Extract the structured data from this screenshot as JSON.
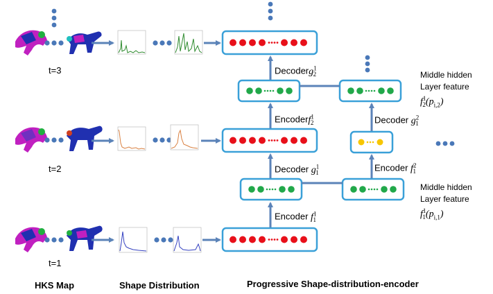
{
  "colors": {
    "box_border": "#3aa0d8",
    "arrow": "#5b83b8",
    "dot_red": "#e8101a",
    "dot_green": "#21a84a",
    "dot_yellow": "#f7c600",
    "dot_blue": "#4a78b8",
    "plot_green": "#2e8b2e",
    "plot_orange": "#d98040",
    "plot_blue": "#3340c0",
    "model_magenta": "#c020c0",
    "model_blue": "#2030b0"
  },
  "time_labels": {
    "t3": "t=3",
    "t2": "t=2",
    "t1": "t=1"
  },
  "captions": {
    "hks": "HKS Map",
    "shape_distribution": "Shape Distribution",
    "progressive": "Progressive Shape-distribution-encoder"
  },
  "operators": {
    "decoder_g2_1": {
      "prefix": "Decoder",
      "sym": "g",
      "sup": "1",
      "sub": "2"
    },
    "encoder_f2_1": {
      "prefix": "Encoder",
      "sym": "f",
      "sup": "1",
      "sub": "2"
    },
    "decoder_g1_1": {
      "prefix": "Decoder",
      "sym": "g",
      "sup": "1",
      "sub": "1"
    },
    "encoder_f1_1": {
      "prefix": "Encoder",
      "sym": "f",
      "sup": "1",
      "sub": "1"
    },
    "decoder_g1_2": {
      "prefix": "Decoder",
      "sym": "g",
      "sup": "2",
      "sub": "1"
    },
    "encoder_f1_2": {
      "prefix": "Encoder",
      "sym": "f",
      "sup": "2",
      "sub": "1"
    }
  },
  "middle_features": {
    "upper": {
      "line1": "Middle hidden",
      "line2": "Layer feature",
      "sym": "f",
      "sup": "1",
      "sub": "2",
      "arg": "p",
      "arg_sub": "i,2"
    },
    "lower": {
      "line1": "Middle hidden",
      "line2": "Layer feature",
      "sym": "f",
      "sup": "1",
      "sub": "1",
      "arg": "p",
      "arg_sub": "i,1"
    }
  }
}
